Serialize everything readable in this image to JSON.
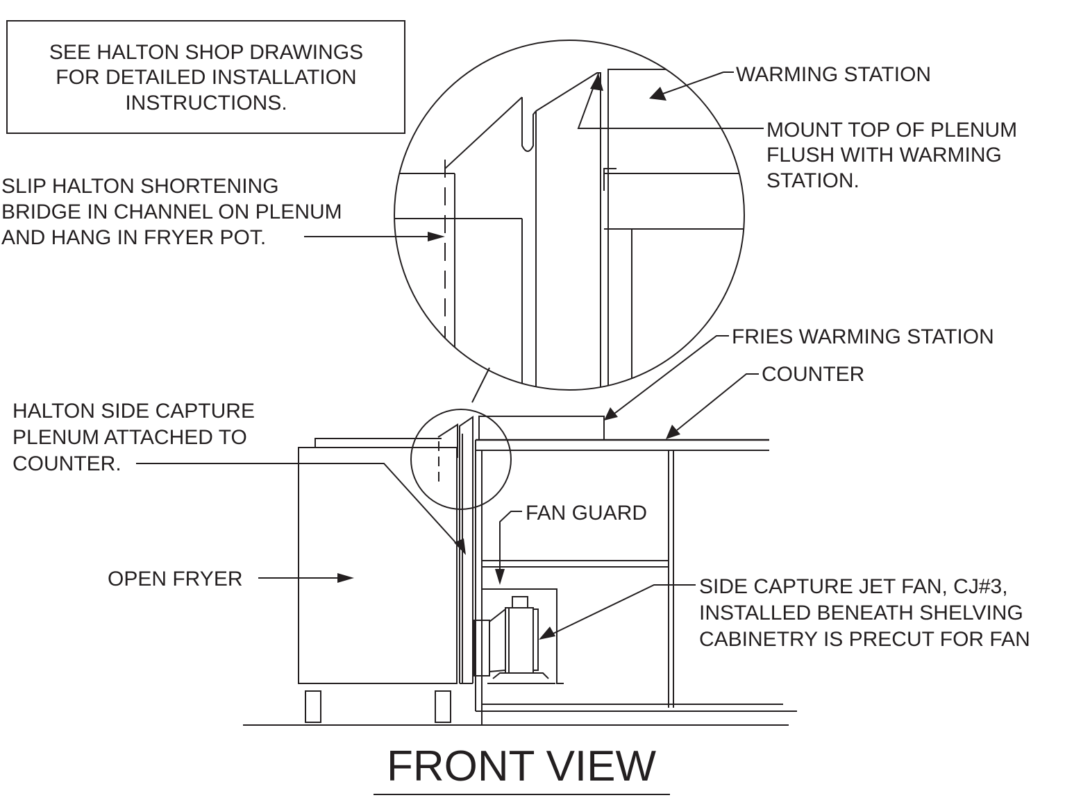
{
  "note": {
    "lines": [
      "SEE HALTON SHOP DRAWINGS",
      "FOR DETAILED INSTALLATION",
      "INSTRUCTIONS."
    ]
  },
  "labels": {
    "warming_station": [
      "WARMING STATION"
    ],
    "mount_top": [
      "MOUNT TOP OF PLENUM",
      "FLUSH WITH WARMING",
      "STATION."
    ],
    "slip_bridge": [
      "SLIP HALTON SHORTENING",
      "BRIDGE IN CHANNEL ON PLENUM",
      "AND HANG IN FRYER POT."
    ],
    "fries_warming_station": [
      "FRIES WARMING STATION"
    ],
    "counter": [
      "COUNTER"
    ],
    "side_capture_plenum": [
      "HALTON SIDE CAPTURE",
      "PLENUM ATTACHED TO",
      "COUNTER."
    ],
    "fan_guard": [
      "FAN GUARD"
    ],
    "open_fryer": [
      "OPEN FRYER"
    ],
    "jet_fan": [
      "SIDE CAPTURE JET FAN, CJ#3,",
      "INSTALLED BENEATH SHELVING",
      "CABINETRY IS PRECUT FOR FAN"
    ]
  },
  "title": "FRONT VIEW"
}
